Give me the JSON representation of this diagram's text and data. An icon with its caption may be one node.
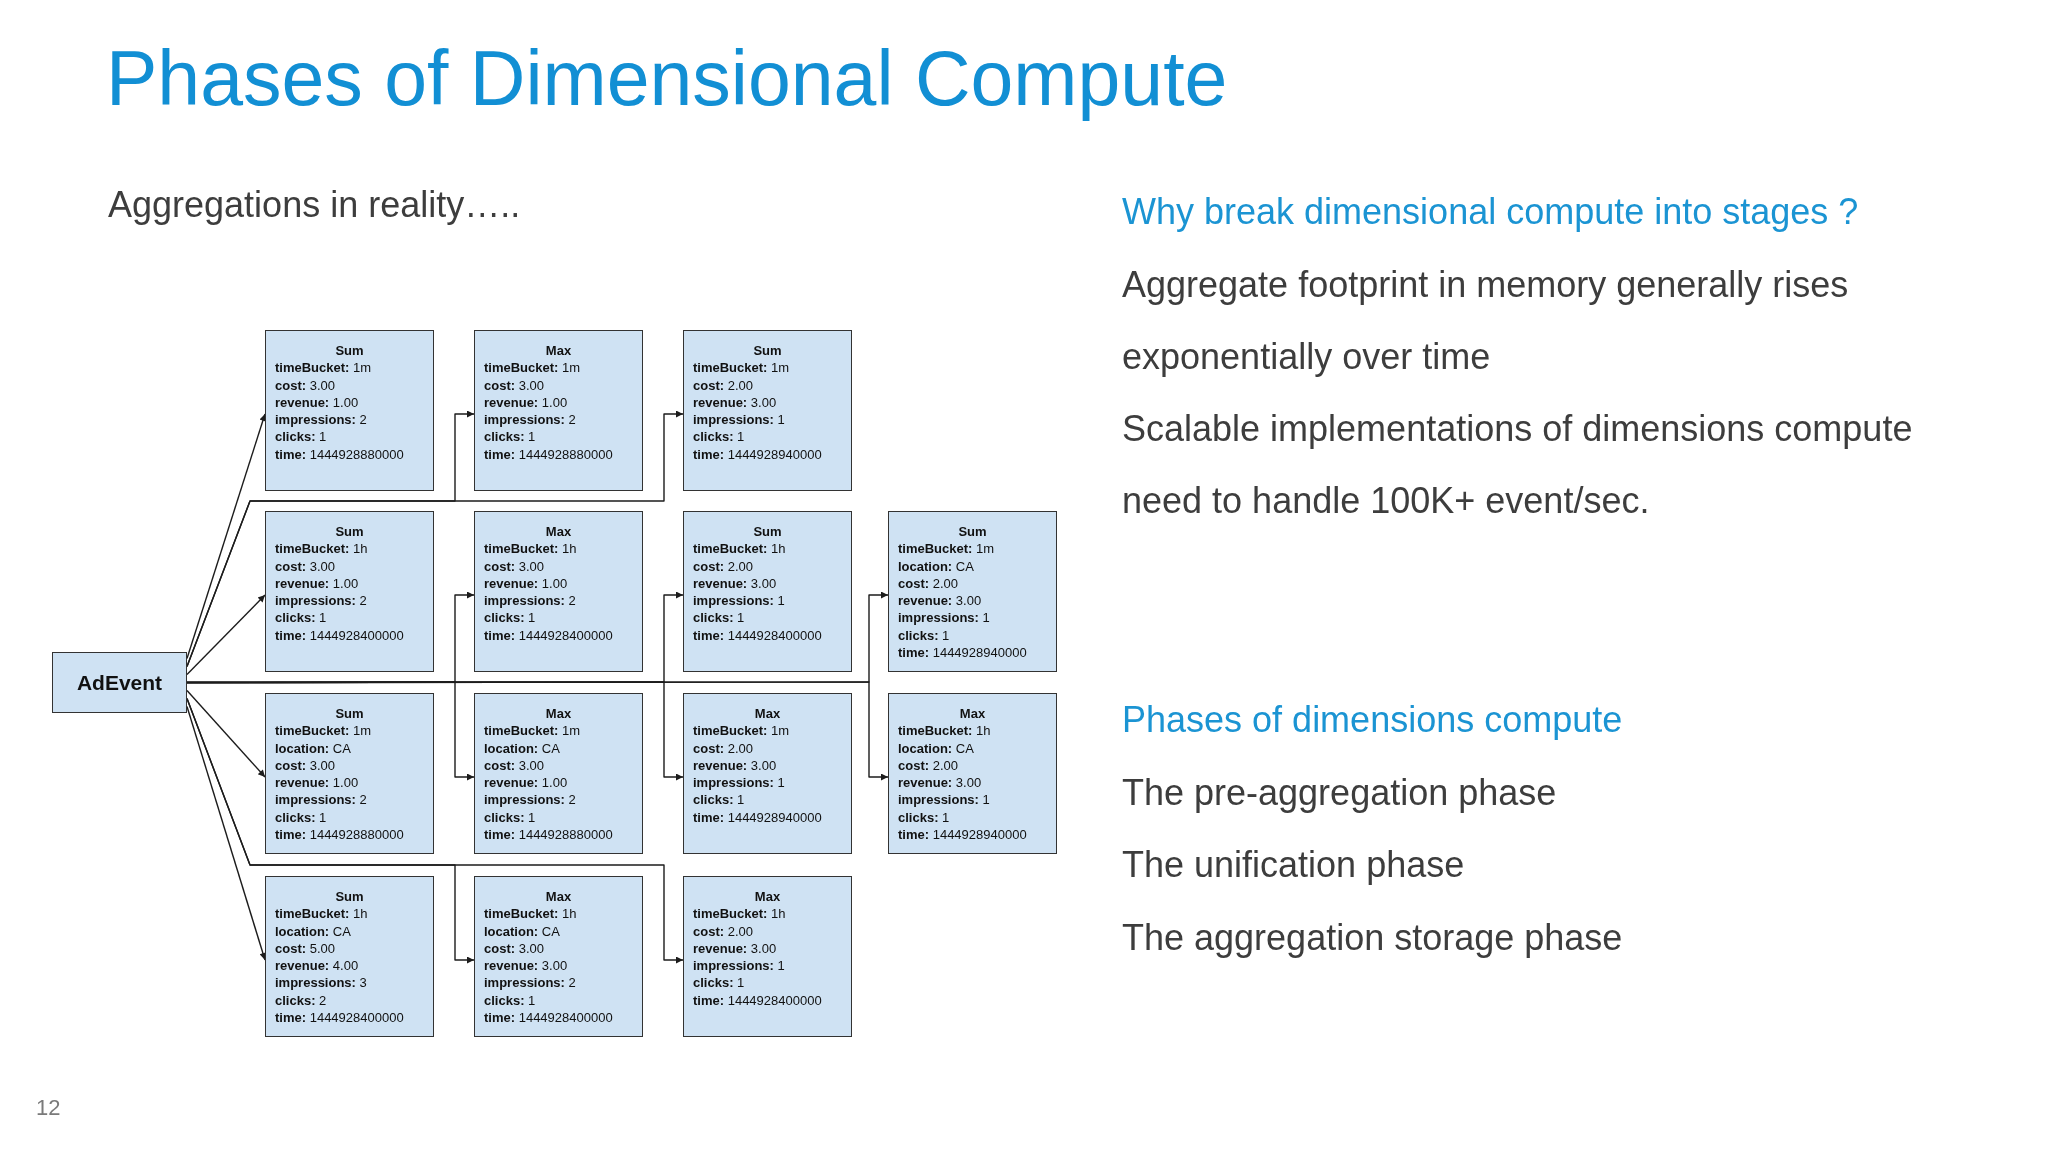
{
  "diagram": {
    "title": "Phases of Dimensional Compute",
    "nodes": [
      {
        "text": [
          "AdEvent"
        ]
      },
      {
        "text": [
          "Sum",
          "**timeBucket:** 1m",
          "**cost:** 3.00",
          "**revenue:** 1.00",
          "**impressions:** 2",
          "**clicks:** 1",
          "**time:** 1444928880000"
        ]
      },
      {
        "text": [
          "Max",
          "**timeBucket:** 1m",
          "**cost:** 3.00",
          "**revenue:** 1.00",
          "**impressions:** 2",
          "**clicks:** 1",
          "**time:** 1444928880000"
        ]
      },
      {
        "text": [
          "Sum",
          "**timeBucket:** 1m",
          "**cost:** 2.00",
          "**revenue:** 3.00",
          "**impressions:** 1",
          "**clicks:** 1",
          "**time:** 1444928940000"
        ]
      },
      {
        "text": [
          "Sum",
          "**timeBucket:** 1h",
          "**cost:** 3.00",
          "**revenue:** 1.00",
          "**impressions:** 2",
          "**clicks:** 1",
          "**time:** 1444928400000"
        ]
      },
      {
        "text": [
          "Max",
          "**timeBucket:** 1h",
          "**cost:** 3.00",
          "**revenue:** 1.00",
          "**impressions:** 2",
          "**clicks:** 1",
          "**time:** 1444928400000"
        ]
      },
      {
        "text": [
          "Sum",
          "**timeBucket:** 1h",
          "**cost:** 2.00",
          "**revenue:** 3.00",
          "**impressions:** 1",
          "**clicks:** 1",
          "**time:** 1444928400000"
        ]
      },
      {
        "text": [
          "Sum",
          "**timeBucket:** 1m",
          "**location:** CA",
          "**cost:** 2.00",
          "**revenue:** 3.00",
          "**impressions:** 1",
          "**clicks:** 1",
          "**time:** 1444928940000"
        ]
      },
      {
        "text": [
          "Sum",
          "**timeBucket:** 1m",
          "**location:** CA",
          "**cost:** 3.00",
          "**revenue:** 1.00",
          "**impressions:** 2",
          "**clicks:** 1",
          "**time:** 1444928880000"
        ]
      },
      {
        "text": [
          "Max",
          "**timeBucket:** 1m",
          "**location:** CA",
          "**cost:** 3.00",
          "**revenue:** 1.00",
          "**impressions:** 2",
          "**clicks:** 1",
          "**time:** 1444928880000"
        ]
      },
      {
        "text": [
          "Max",
          "**timeBucket:** 1m",
          "**cost:** 2.00",
          "**revenue:** 3.00",
          "**impressions:** 1",
          "**clicks:** 1",
          "**time:** 1444928940000"
        ]
      },
      {
        "text": [
          "Max",
          "**timeBucket:** 1h",
          "**location:** CA",
          "**cost:** 2.00",
          "**revenue:** 3.00",
          "**impressions:** 1",
          "**clicks:** 1",
          "**time:** 1444928940000"
        ]
      },
      {
        "text": [
          "Sum",
          "**timeBucket:** 1h",
          "**location:** CA",
          "**cost:** 5.00",
          "**revenue:** 4.00",
          "**impressions:** 3",
          "**clicks:** 2",
          "**time:** 1444928400000"
        ]
      },
      {
        "text": [
          "Max",
          "**timeBucket:** 1h",
          "**location:** CA",
          "**cost:** 3.00",
          "**revenue:** 3.00",
          "**impressions:** 2",
          "**clicks:** 1",
          "**time:** 1444928400000"
        ]
      },
      {
        "text": [
          "Max",
          "**timeBucket:** 1h",
          "**cost:** 2.00",
          "**revenue:** 3.00",
          "**impressions:** 1",
          "**clicks:** 1",
          "**time:** 1444928400000"
        ]
      }
    ],
    "edges": [
      {
        "from": 0,
        "to": 1,
        "arrow": "to"
      },
      {
        "from": 0,
        "to": 2,
        "arrow": "to"
      },
      {
        "from": 0,
        "to": 3,
        "arrow": "to"
      },
      {
        "from": 0,
        "to": 4,
        "arrow": "to"
      },
      {
        "from": 0,
        "to": 5,
        "arrow": "to"
      },
      {
        "from": 0,
        "to": 6,
        "arrow": "to"
      },
      {
        "from": 0,
        "to": 7,
        "arrow": "to"
      },
      {
        "from": 0,
        "to": 8,
        "arrow": "to"
      },
      {
        "from": 0,
        "to": 9,
        "arrow": "to"
      },
      {
        "from": 0,
        "to": 10,
        "arrow": "to"
      },
      {
        "from": 0,
        "to": 11,
        "arrow": "to"
      },
      {
        "from": 0,
        "to": 12,
        "arrow": "to"
      },
      {
        "from": 0,
        "to": 13,
        "arrow": "to"
      },
      {
        "from": 0,
        "to": 14,
        "arrow": "to"
      }
    ],
    "labels": [
      "Aggregations in reality…..",
      "Why break dimensional compute into stages ?",
      "Aggregate footprint in memory generally rises exponentially over time",
      "Scalable implementations of dimensions compute need to handle 100K+ event/sec.",
      "Phases of dimensions compute",
      "The pre-aggregation phase",
      "The unification phase",
      "The aggregation storage phase",
      "12"
    ]
  }
}
